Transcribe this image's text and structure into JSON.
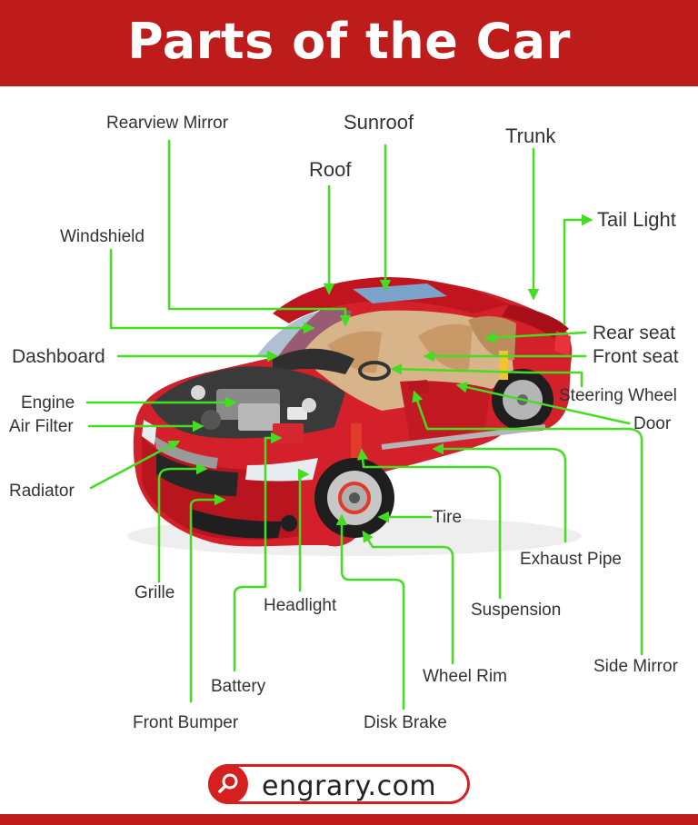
{
  "header": {
    "title": "Parts of the Car",
    "background": "#be1b1b"
  },
  "colors": {
    "leader": "#44dd22",
    "car_body": "#d3202a",
    "interior": "#d8b48a"
  },
  "labels": {
    "rearview_mirror": "Rearview Mirror",
    "sunroof": "Sunroof",
    "trunk": "Trunk",
    "roof": "Roof",
    "tail_light": "Tail Light",
    "windshield": "Windshield",
    "rear_seat": "Rear seat",
    "front_seat": "Front seat",
    "dashboard": "Dashboard",
    "steering_wheel": "Steering Wheel",
    "engine": "Engine",
    "air_filter": "Air Filter",
    "door": "Door",
    "radiator": "Radiator",
    "tire": "Tire",
    "exhaust_pipe": "Exhaust Pipe",
    "grille": "Grille",
    "headlight": "Headlight",
    "suspension": "Suspension",
    "side_mirror": "Side Mirror",
    "battery": "Battery",
    "wheel_rim": "Wheel Rim",
    "front_bumper": "Front Bumper",
    "disk_brake": "Disk Brake"
  },
  "footer": {
    "logo_icon": "search-icon",
    "site": "engrary.com"
  }
}
